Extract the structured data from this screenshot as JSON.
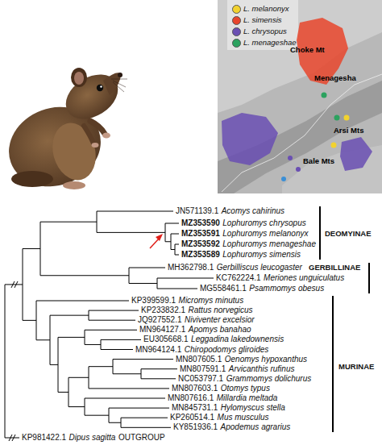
{
  "diagram": {
    "labels": [
      "JN571139.1",
      "Acomys cahirinus",
      "MZ353590",
      "Lophuromys chrysopus",
      "MZ353591",
      "Lophuromys melanonyx",
      "MZ353592",
      "Lophuromys menageshae",
      "MZ353589",
      "Lophuromys simensis",
      "MH362798.1",
      "Gerbilliscus leucogaster",
      "KC762224.1",
      "Meriones unguiculatus",
      "MG558461.1",
      "Psammomys obesus",
      "KP399599.1",
      "Micromys minutus",
      "KP233832.1",
      "Rattus norvegicus",
      "JQ927552.1",
      "Niviventer excelsior",
      "MN964127.1",
      "Apomys banahao",
      "EU305668.1",
      "Leggadina lakedownensis",
      "MN964124.1",
      "Chiropodomys gliroides",
      "MN807605.1",
      "Oenomys hypoxanthus",
      "MN807591.1",
      "Arvicanthis rufinus",
      "NC053797.1",
      "Grammomys dolichurus",
      "MN807603.1",
      "Otomys typus",
      "MN807616.1",
      "Millardia meltada",
      "MN845731.1",
      "Hylomyscus stella",
      "KP260514.1",
      "Mus musculus",
      "KY851936.1",
      "Apodemus agrarius",
      "KP981422.1",
      "Dipus sagitta",
      "OUTGROUP",
      "DEOMYINAE",
      "GERBILLINAE",
      "MURINAE",
      "Choke Mt",
      "Menagesha",
      "Arsi Mts",
      "Bale Mts"
    ],
    "legend": [
      {
        "text": "L. melanonyx",
        "color": "#f2d22e"
      },
      {
        "text": "L. simensis",
        "color": "#e8452c"
      },
      {
        "text": "L. chrysopus",
        "color": "#6a4fb3"
      },
      {
        "text": "L. menageshae",
        "color": "#2ca25f"
      }
    ]
  }
}
